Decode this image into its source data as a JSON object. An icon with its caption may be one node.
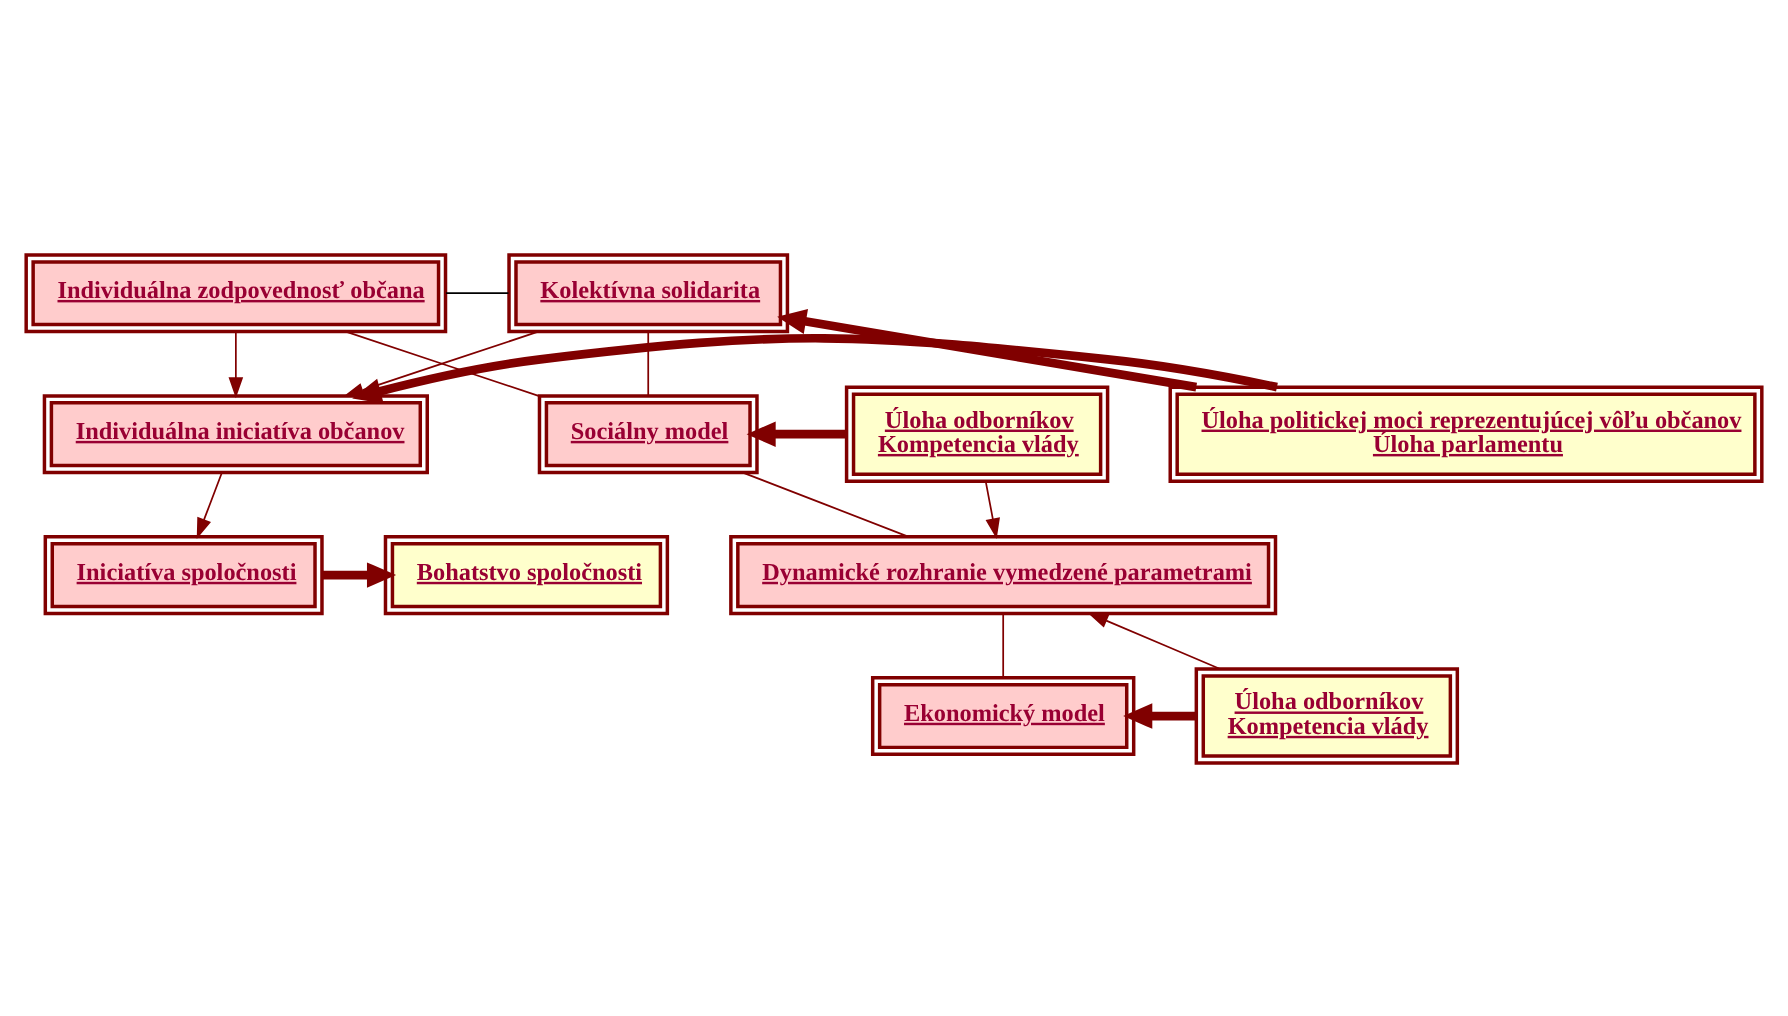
{
  "diagram": {
    "nodes": [
      {
        "text": [
          "Iniciatíva spoločnosti"
        ]
      },
      {
        "text": [
          "Bohatstvo spoločnosti"
        ]
      },
      {
        "text": [
          "Individuálna iniciatíva občanov"
        ]
      },
      {
        "text": [
          "Úloha politickej moci reprezentujúcej vôľu občanov",
          "Úloha parlamentu"
        ]
      },
      {
        "text": [
          "Individuálna zodpovednosť občana"
        ]
      },
      {
        "text": [
          "Kolektívna solidarita"
        ]
      },
      {
        "text": [
          "Sociálny model"
        ]
      },
      {
        "text": [
          "Úloha odborníkov",
          "Kompetencia vlády"
        ]
      },
      {
        "text": [
          "Dynamické rozhranie vymedzené parametrami"
        ]
      },
      {
        "text": [
          "Úloha odborníkov",
          "Kompetencia vlády"
        ]
      },
      {
        "text": [
          "Ekonomický model"
        ]
      }
    ],
    "edges": [
      {
        "from": 2,
        "to": 0,
        "arrow": "to"
      },
      {
        "from": 0,
        "to": 1,
        "arrow": "to",
        "style": "thick"
      },
      {
        "from": 3,
        "to": 2,
        "arrow": "to",
        "style": "thick"
      },
      {
        "from": 4,
        "to": 2,
        "arrow": "to"
      },
      {
        "from": 5,
        "to": 2,
        "arrow": "to"
      },
      {
        "from": 4,
        "to": 5,
        "arrow": "none",
        "color": "#000000"
      },
      {
        "from": 3,
        "to": 5,
        "arrow": "to",
        "style": "thick"
      },
      {
        "from": 4,
        "to": 6,
        "arrow": "none"
      },
      {
        "from": 5,
        "to": 6,
        "arrow": "none"
      },
      {
        "from": 7,
        "to": 6,
        "arrow": "to",
        "style": "thick"
      },
      {
        "from": 6,
        "to": 8,
        "arrow": "none"
      },
      {
        "from": 7,
        "to": 8,
        "arrow": "to"
      },
      {
        "from": 9,
        "to": 8,
        "arrow": "to"
      },
      {
        "from": 8,
        "to": 10,
        "arrow": "none"
      },
      {
        "from": 9,
        "to": 10,
        "arrow": "to",
        "style": "thick"
      }
    ]
  }
}
